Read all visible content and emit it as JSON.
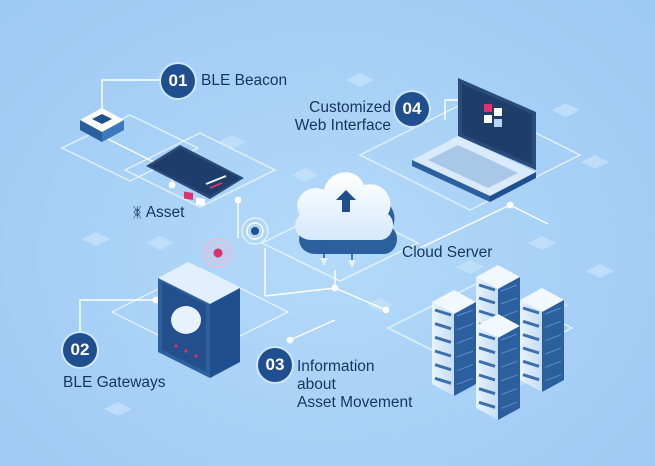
{
  "colors": {
    "background": "#a9d2f7",
    "badge": "#1f4f8f",
    "text": "#16355f",
    "pulse": "#e0306e",
    "accent": "#2a7fd8"
  },
  "steps": [
    {
      "number": "01",
      "label": [
        "BLE Beacon"
      ]
    },
    {
      "number": "02",
      "label": [
        "BLE Gateways"
      ]
    },
    {
      "number": "03",
      "label": [
        "Information",
        "about",
        "Asset Movement"
      ]
    },
    {
      "number": "04",
      "label": [
        "Customized",
        "Web Interface"
      ]
    }
  ],
  "asset": {
    "label": "Asset",
    "icon": "bluetooth-icon"
  },
  "cloud": {
    "label": "Cloud Server",
    "icon": "cloud-upload-icon"
  }
}
